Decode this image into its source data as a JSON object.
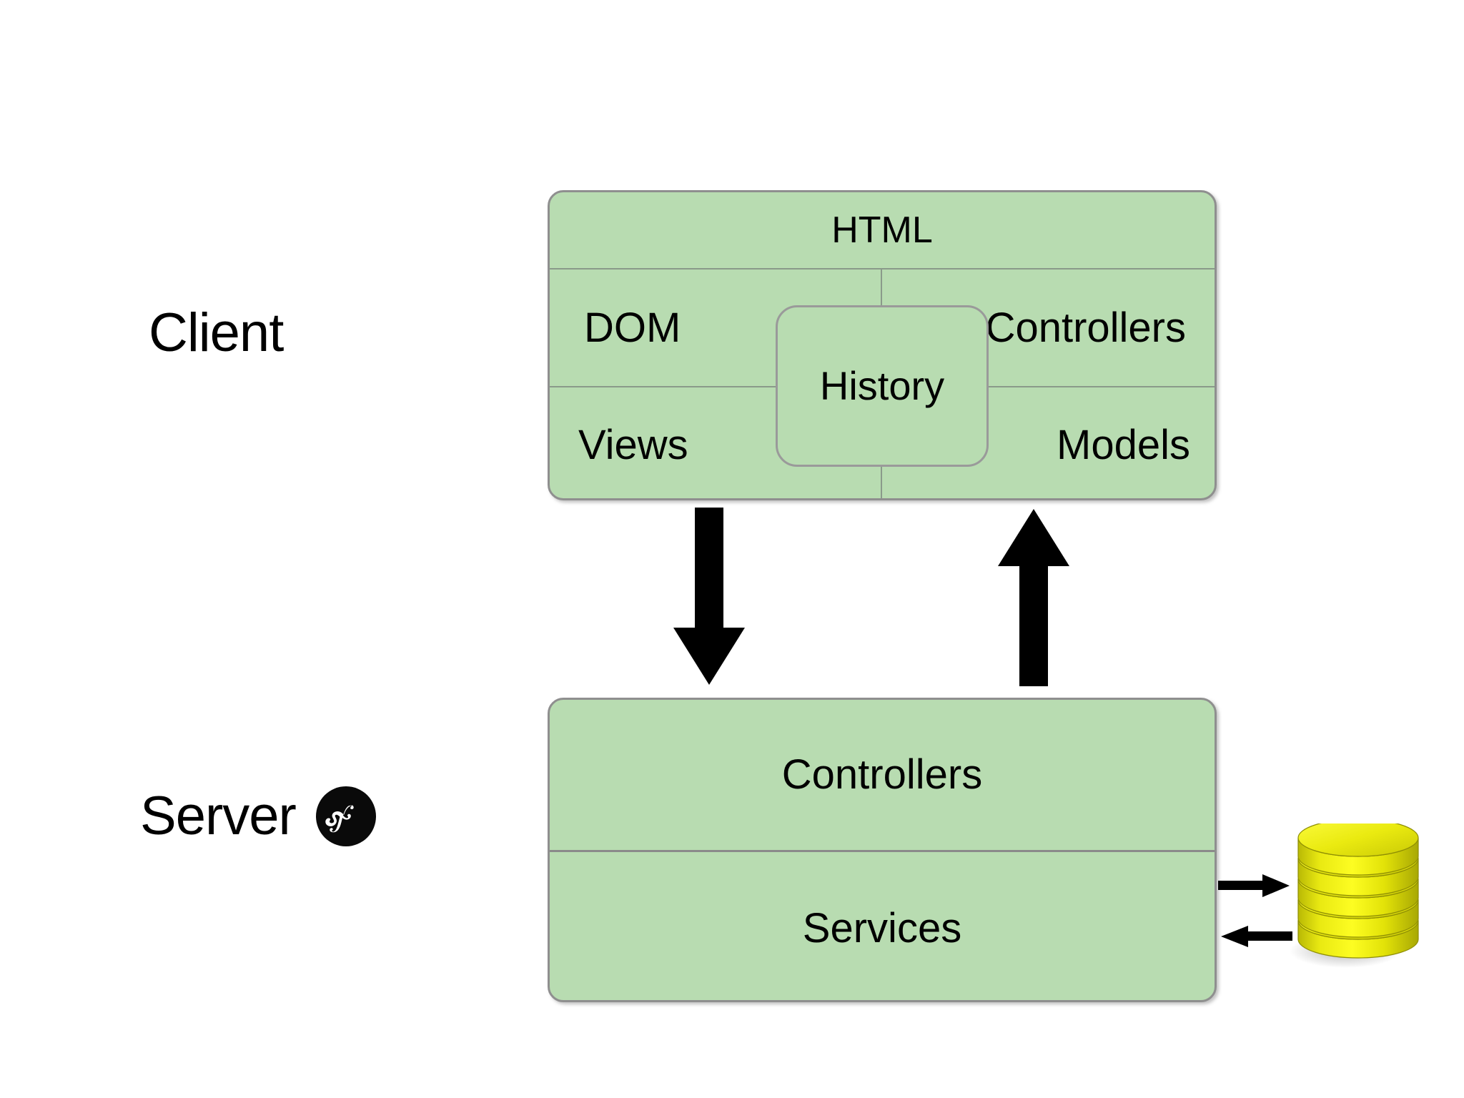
{
  "diagram": {
    "title": "Client / Server application architecture",
    "background_color": "#ffffff",
    "panel_fill": "#b8dcb1",
    "panel_border": "#8f8f8f",
    "database_color": "#e8e80a",
    "arrow_color": "#000000"
  },
  "tiers": {
    "client_label": "Client",
    "server_label": "Server",
    "server_logo": "symfony-logo"
  },
  "client": {
    "header": "HTML",
    "cells": [
      {
        "key": "dom",
        "label": "DOM"
      },
      {
        "key": "controllers",
        "label": "Controllers"
      },
      {
        "key": "views",
        "label": "Views"
      },
      {
        "key": "models",
        "label": "Models"
      }
    ],
    "overlay": "History"
  },
  "server": {
    "rows": [
      {
        "key": "controllers",
        "label": "Controllers"
      },
      {
        "key": "services",
        "label": "Services"
      }
    ]
  },
  "connections": {
    "client_to_server": "down-arrow",
    "server_to_client": "up-arrow",
    "server_to_database": "right-arrow",
    "database_to_server": "left-arrow"
  },
  "storage": {
    "icon": "database-cylinder"
  }
}
